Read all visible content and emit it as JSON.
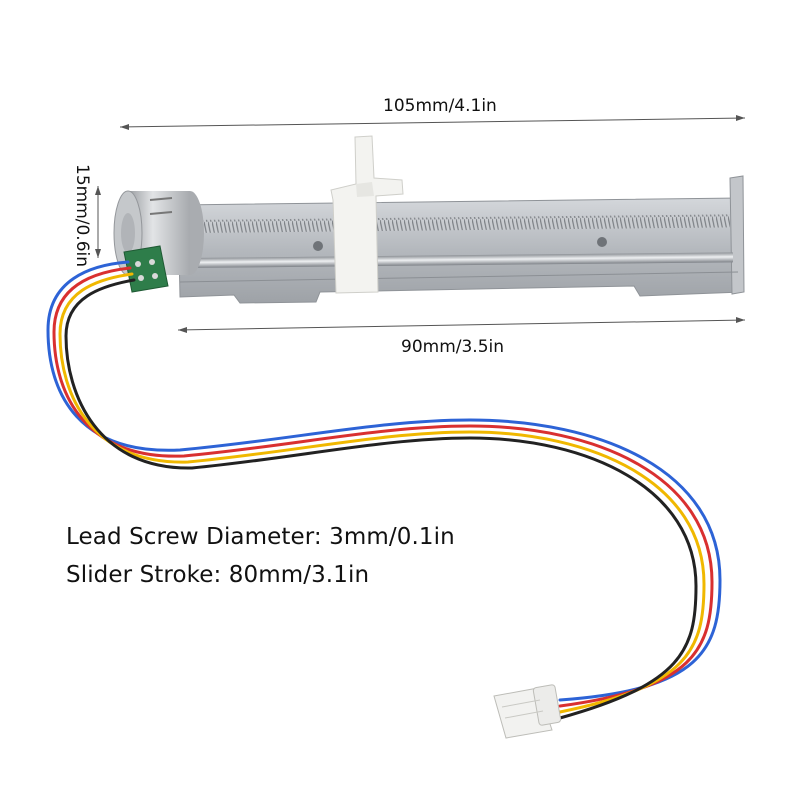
{
  "dimensions": {
    "overall_length": "105mm/4.1in",
    "rail_length": "90mm/3.5in",
    "motor_diameter": "15mm/0.6in"
  },
  "specs": {
    "lead_screw": "Lead Screw Diameter: 3mm/0.1in",
    "slider_stroke": "Slider Stroke: 80mm/3.1in"
  },
  "colors": {
    "background": "#ffffff",
    "bracket": "#b9bcc0",
    "rod": "#cfd3d8",
    "slider": "#f4f4f1",
    "motor": "#c7c9cc",
    "pcb": "#2e7d4a",
    "wire_blue": "#2d63d6",
    "wire_red": "#d93030",
    "wire_yellow": "#f0b800",
    "wire_black": "#222222",
    "connector": "#f2f2f0"
  },
  "icons": {
    "motor": "stepper-motor-icon",
    "connector": "jst-connector-icon"
  }
}
